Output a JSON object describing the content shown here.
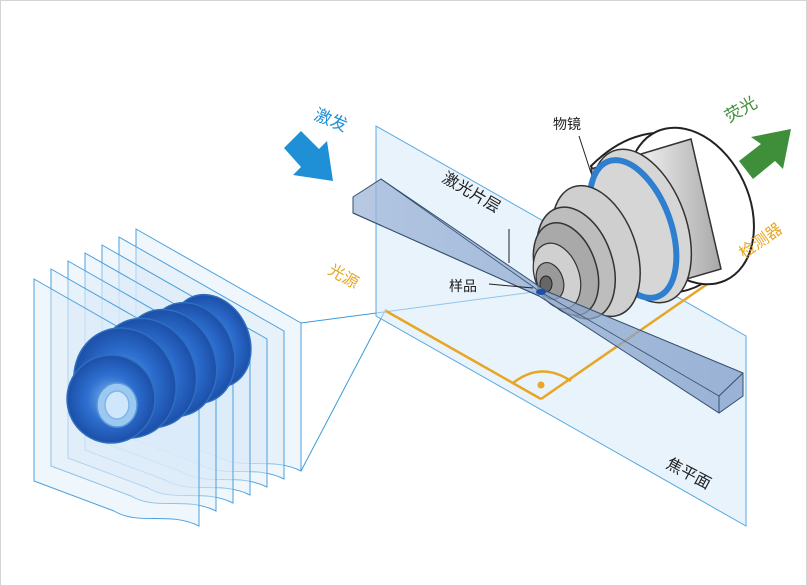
{
  "labels": {
    "excitation": "激发",
    "fluorescence": "荧光",
    "objective": "物镜",
    "light_sheet": "激光片层",
    "detector": "检测器",
    "light_source": "光源",
    "sample": "样品",
    "focal_plane": "焦平面"
  },
  "colors": {
    "excitation": "#1f8fd6",
    "fluorescence": "#3f8f3a",
    "detector_axis": "#e8a623",
    "plane_line": "#5aa9e0",
    "lens_blue": "#2f7fd0",
    "text": "#222222"
  },
  "icons": {
    "excitation_arrow": "arrow-down-right-icon",
    "fluorescence_arrow": "arrow-up-right-icon"
  }
}
